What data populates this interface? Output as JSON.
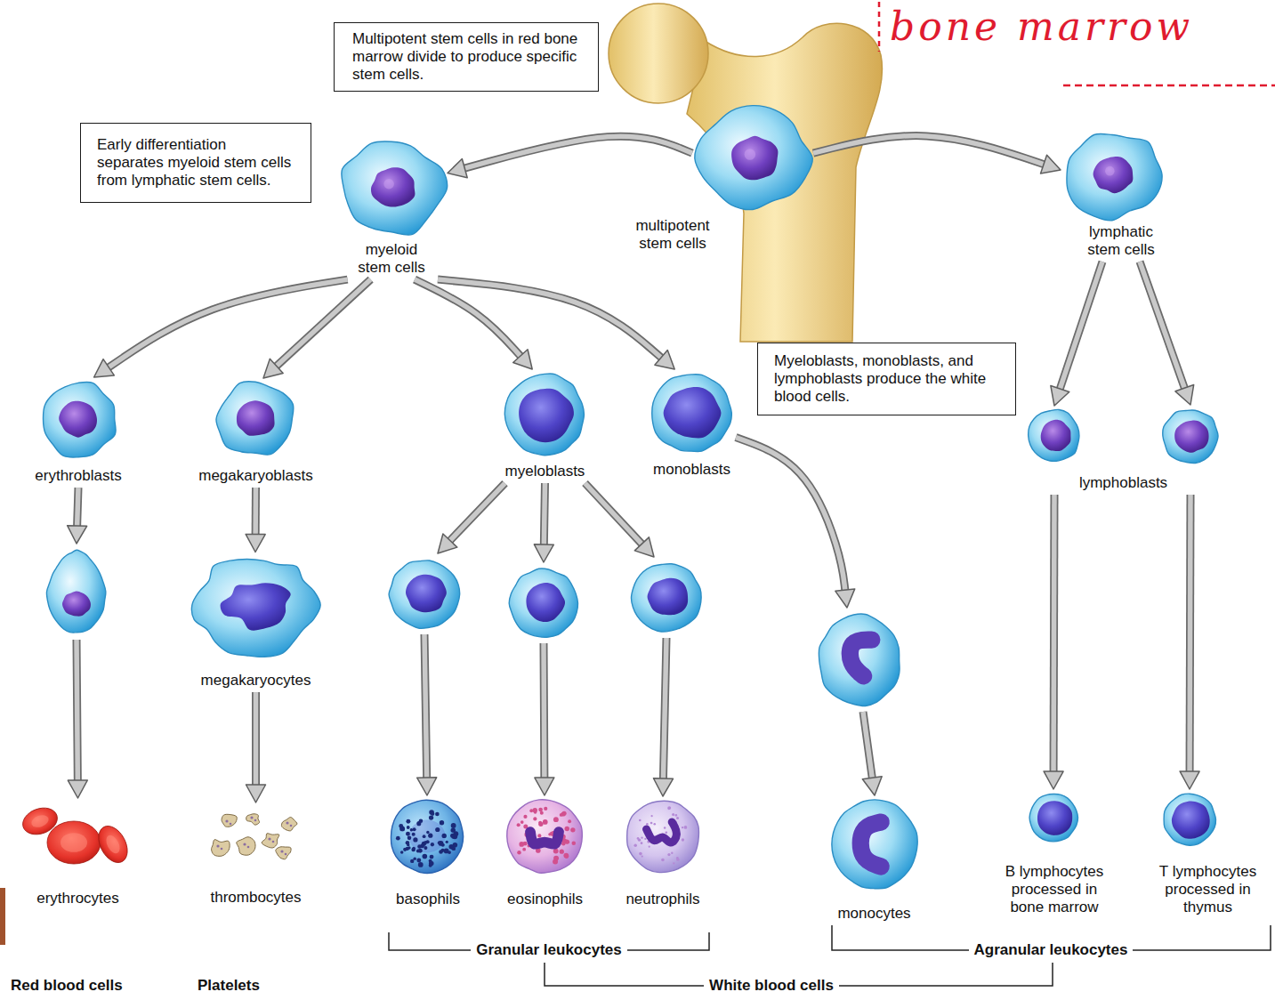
{
  "diagram": {
    "nodes": [
      {
        "text": [
          "Multipotent stem cells in red bone marrow divide to produce specific stem cells."
        ]
      },
      {
        "text": [
          "Early differentiation separates myeloid stem cells from lymphatic stem cells."
        ]
      },
      {
        "text": [
          "myeloid stem cells"
        ]
      },
      {
        "text": [
          "multipotent stem cells"
        ]
      },
      {
        "text": [
          "lymphatic stem cells"
        ]
      },
      {
        "text": [
          "Myeloblasts, monoblasts, and lymphoblasts produce the white blood cells."
        ]
      },
      {
        "text": [
          "erythroblasts"
        ]
      },
      {
        "text": [
          "megakaryoblasts"
        ]
      },
      {
        "text": [
          "myeloblasts"
        ]
      },
      {
        "text": [
          "monoblasts"
        ]
      },
      {
        "text": [
          "lymphoblasts"
        ]
      },
      {
        "text": [
          "megakaryocytes"
        ]
      },
      {
        "text": [
          "erythrocytes"
        ]
      },
      {
        "text": [
          "thrombocytes"
        ]
      },
      {
        "text": [
          "basophils"
        ]
      },
      {
        "text": [
          "eosinophils"
        ]
      },
      {
        "text": [
          "neutrophils"
        ]
      },
      {
        "text": [
          "monocytes"
        ]
      },
      {
        "text": [
          "B lymphocytes processed in bone marrow"
        ]
      },
      {
        "text": [
          "T lymphocytes processed in thymus"
        ]
      }
    ],
    "edges": [
      {
        "from": 3,
        "to": 2,
        "arrow": "to"
      },
      {
        "from": 3,
        "to": 4,
        "arrow": "to"
      },
      {
        "from": 2,
        "to": 6,
        "arrow": "to"
      },
      {
        "from": 2,
        "to": 7,
        "arrow": "to"
      },
      {
        "from": 2,
        "to": 8,
        "arrow": "to"
      },
      {
        "from": 2,
        "to": 9,
        "arrow": "to"
      },
      {
        "from": 4,
        "to": 10,
        "arrow": "to"
      },
      {
        "from": 4,
        "to": 10,
        "arrow": "to"
      },
      {
        "from": 6,
        "to": 12,
        "arrow": "to"
      },
      {
        "from": 7,
        "to": 11,
        "arrow": "to"
      },
      {
        "from": 11,
        "to": 13,
        "arrow": "to"
      },
      {
        "from": 8,
        "to": 14,
        "arrow": "to"
      },
      {
        "from": 8,
        "to": 15,
        "arrow": "to"
      },
      {
        "from": 8,
        "to": 16,
        "arrow": "to"
      },
      {
        "from": 9,
        "to": 17,
        "arrow": "to"
      },
      {
        "from": 10,
        "to": 18,
        "arrow": "to"
      },
      {
        "from": 10,
        "to": 19,
        "arrow": "to"
      }
    ],
    "labels": [
      "bone marrow",
      "Granular leukocytes",
      "Agranular leukocytes",
      "Red blood cells",
      "Platelets",
      "White blood cells"
    ]
  }
}
